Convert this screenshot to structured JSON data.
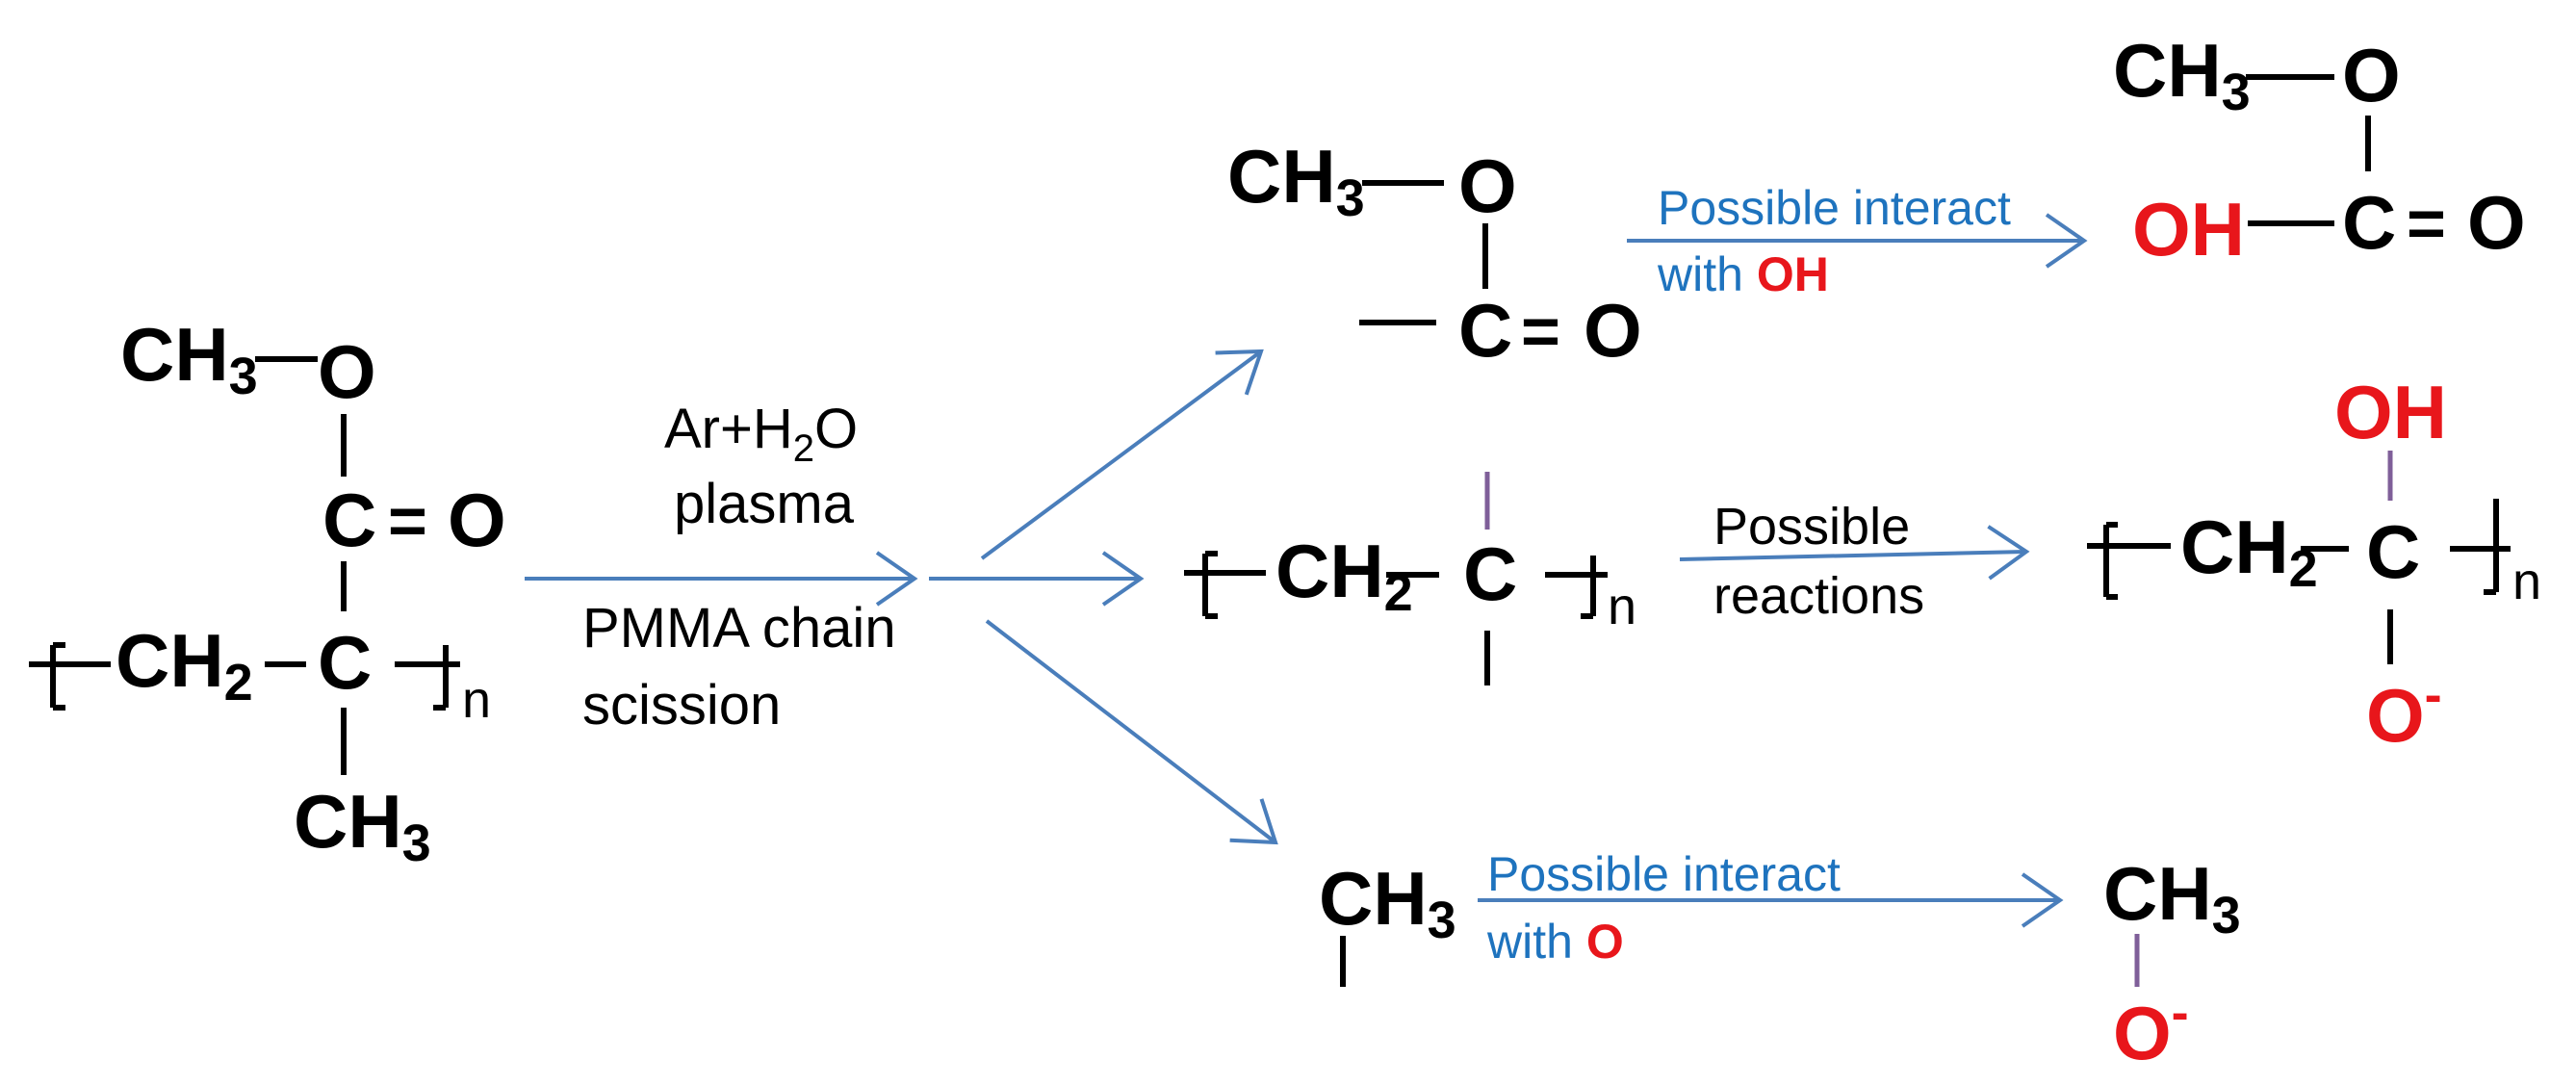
{
  "colors": {
    "black": "#000000",
    "red": "#e8161b",
    "blue_text": "#1e73be",
    "arrow": "#4a7ebb",
    "purple_bond": "#7f5f99"
  },
  "pmma": {
    "ch3_top": "CH",
    "ch3_top_sub": "3",
    "o": "O",
    "c_carbonyl": "C",
    "eq": "=",
    "o_carbonyl": "O",
    "ch2": "CH",
    "ch2_sub": "2",
    "c_backbone": "C",
    "n": "n",
    "ch3_bottom": "CH",
    "ch3_bottom_sub": "3"
  },
  "main_arrow": {
    "line1_a": "Ar+H",
    "line1_sub": "2",
    "line1_b": "O",
    "line2": "plasma",
    "line3": "PMMA chain",
    "line4": "scission"
  },
  "ester_fragment": {
    "ch3": "CH",
    "ch3_sub": "3",
    "o": "O",
    "c": "C",
    "eq": "=",
    "o_carbonyl": "O"
  },
  "arrow_oh": {
    "line1": "Possible interact",
    "line2_a": "with ",
    "line2_b": "OH"
  },
  "product_ester": {
    "ch3": "CH",
    "ch3_sub": "3",
    "o": "O",
    "oh": "OH",
    "c": "C",
    "eq": "=",
    "o_carbonyl": "O"
  },
  "backbone_fragment": {
    "ch2": "CH",
    "ch2_sub": "2",
    "c": "C",
    "n": "n"
  },
  "arrow_reactions": {
    "line1": "Possible",
    "line2": "reactions"
  },
  "product_backbone": {
    "oh": "OH",
    "ch2": "CH",
    "ch2_sub": "2",
    "c": "C",
    "n": "n",
    "o_minus": "O",
    "minus": "-"
  },
  "methyl_fragment": {
    "ch3": "CH",
    "ch3_sub": "3"
  },
  "arrow_o": {
    "line1": "Possible interact",
    "line2_a": "with ",
    "line2_b": "O"
  },
  "product_methyl": {
    "ch3": "CH",
    "ch3_sub": "3",
    "o_minus": "O",
    "minus": "-"
  }
}
